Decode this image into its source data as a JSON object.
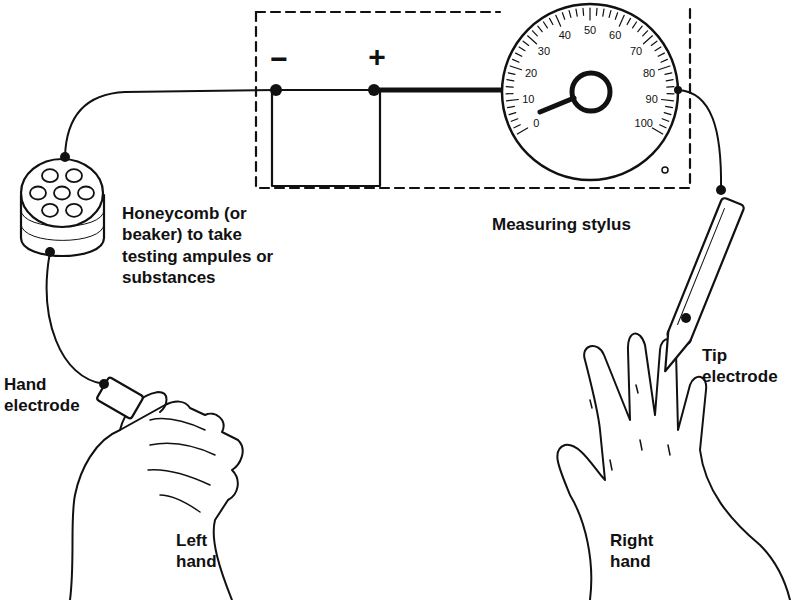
{
  "diagram": {
    "labels": [
      "−",
      "+",
      "0",
      "10",
      "20",
      "30",
      "40",
      "50",
      "60",
      "70",
      "80",
      "90",
      "100",
      "Honeycomb (or beaker) to take testing ampules or substances",
      "Measuring stylus",
      "Hand electrode",
      "Tip electrode",
      "Left hand",
      "Right hand"
    ]
  }
}
